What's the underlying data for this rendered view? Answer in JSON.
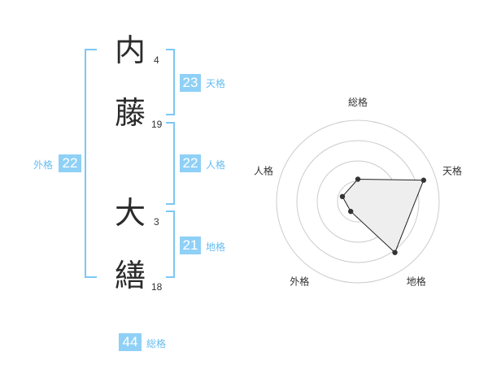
{
  "name": {
    "chars": [
      {
        "char": "内",
        "strokes": "4"
      },
      {
        "char": "藤",
        "strokes": "19"
      },
      {
        "char": "大",
        "strokes": "3"
      },
      {
        "char": "繕",
        "strokes": "18"
      }
    ]
  },
  "kaku": {
    "tenkaku": {
      "label": "天格",
      "value": "23"
    },
    "jinkaku": {
      "label": "人格",
      "value": "22"
    },
    "chikaku": {
      "label": "地格",
      "value": "21"
    },
    "gaikaku": {
      "label": "外格",
      "value": "22"
    },
    "soukaku": {
      "label": "総格",
      "value": "44"
    }
  },
  "colors": {
    "accent": "#8fd0f6",
    "bracket": "#7cc8f4",
    "label": "#66bdf0"
  },
  "chart_data": {
    "type": "radar",
    "axes": [
      "総格",
      "天格",
      "地格",
      "外格",
      "人格"
    ],
    "values": [
      1.1,
      3.4,
      3.1,
      0.6,
      0.8
    ],
    "rmax": 4,
    "rings": 4,
    "grid": true,
    "fill_color": "#eeeeee",
    "line_color": "#222222"
  }
}
